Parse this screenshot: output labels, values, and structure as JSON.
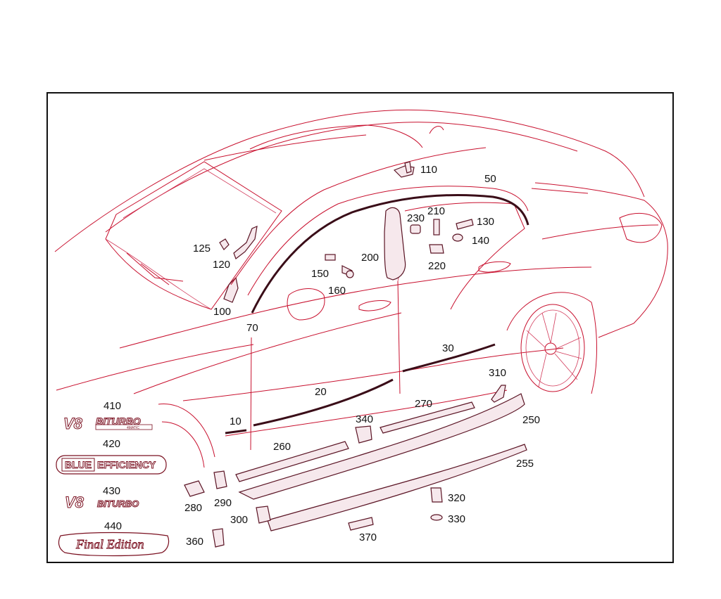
{
  "callouts": {
    "c10": "10",
    "c20": "20",
    "c30": "30",
    "c50": "50",
    "c70": "70",
    "c100": "100",
    "c110": "110",
    "c120": "120",
    "c125": "125",
    "c130": "130",
    "c140": "140",
    "c150": "150",
    "c160": "160",
    "c200": "200",
    "c210": "210",
    "c220": "220",
    "c230": "230",
    "c250": "250",
    "c255": "255",
    "c260": "260",
    "c270": "270",
    "c280": "280",
    "c290": "290",
    "c300": "300",
    "c310": "310",
    "c320": "320",
    "c330": "330",
    "c340": "340",
    "c360": "360",
    "c370": "370",
    "c410": "410",
    "c420": "420",
    "c430": "430",
    "c440": "440"
  },
  "badges": {
    "b410_main": "V8",
    "b410_text": "BITURBO",
    "b410_sub": "4MATIC",
    "b420_left": "BLUE",
    "b420_right": "EFFICIENCY",
    "b430_main": "V8",
    "b430_text": "BITURBO",
    "b440_text": "Final Edition"
  },
  "colors": {
    "line": "#c8102e",
    "part_outline": "#5a1424",
    "frame": "#111111"
  }
}
